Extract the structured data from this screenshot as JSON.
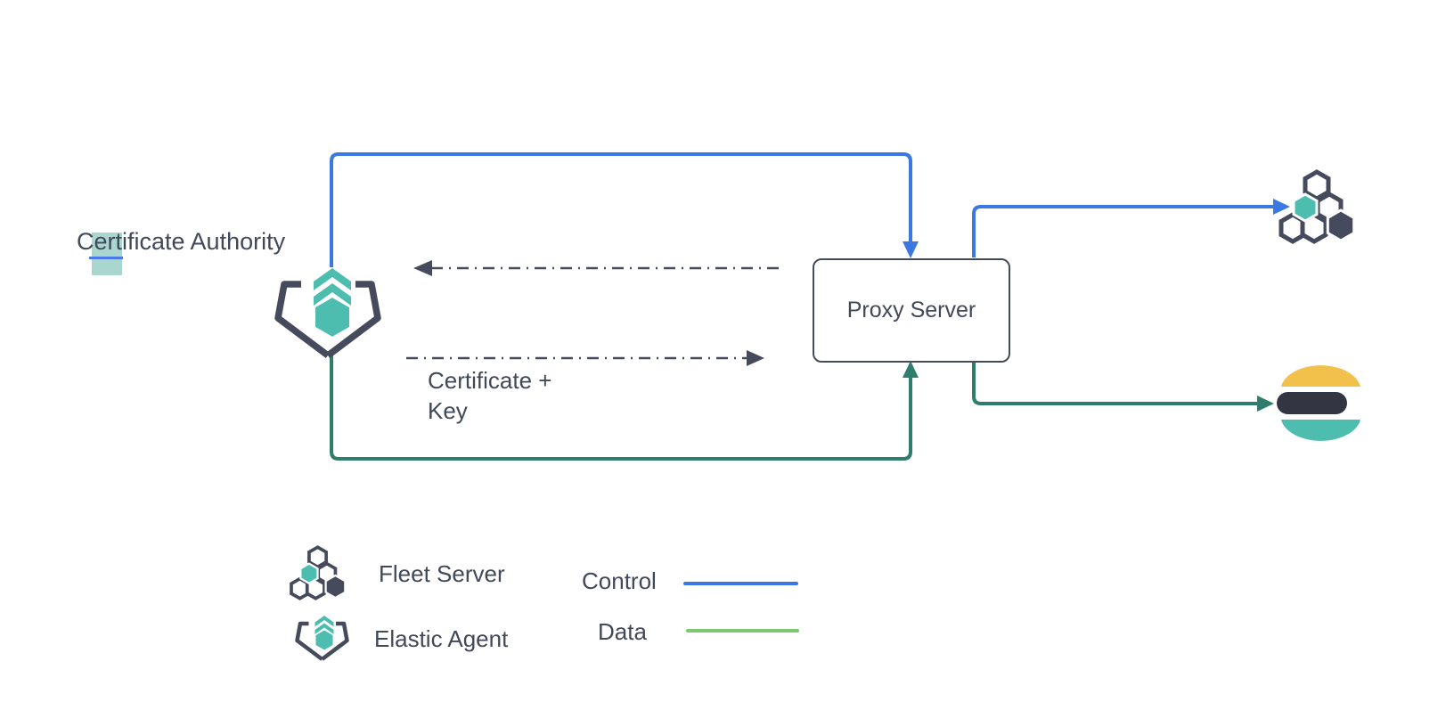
{
  "title": "Fleet Server / Proxy Server architecture diagram",
  "colors": {
    "control_blue": "#3c78e2",
    "data_green_dark": "#2e7d6d",
    "data_green_light": "#7cc96f",
    "teal": "#4dbdb0",
    "slate": "#454b5c",
    "text_dark": "#41485a",
    "es_yellow": "#f2c14b",
    "es_dark": "#333642",
    "selection_teal": "#a9d6ce",
    "selection_blue": "#4b79e8"
  },
  "nodes": {
    "certificate_authority": {
      "label": "Certificate Authority"
    },
    "proxy_server": {
      "label": "Proxy Server"
    },
    "fleet_server": {
      "icon": "fleet-server-icon"
    },
    "elastic_agent": {
      "icon": "elastic-agent-icon"
    },
    "elasticsearch": {
      "icon": "elasticsearch-icon"
    }
  },
  "annotations": {
    "certificate_key": {
      "line1": "Certificate +",
      "line2": "Key"
    }
  },
  "edges": [
    {
      "name": "control-agent-to-proxy",
      "type": "control",
      "style": "solid-blue-arrow"
    },
    {
      "name": "control-proxy-to-fleet-server",
      "type": "control",
      "style": "solid-blue-arrow"
    },
    {
      "name": "data-agent-to-proxy",
      "type": "data",
      "style": "solid-green-arrow"
    },
    {
      "name": "data-proxy-to-elasticsearch",
      "type": "data",
      "style": "solid-green-arrow"
    },
    {
      "name": "certificate-exchange-left",
      "type": "certificate",
      "style": "dash-dot-gray-arrow-left"
    },
    {
      "name": "certificate-exchange-right",
      "type": "certificate",
      "style": "dash-dot-gray-arrow-right"
    }
  ],
  "legend": {
    "items": [
      {
        "icon": "fleet-server-icon",
        "label": "Fleet Server"
      },
      {
        "icon": "elastic-agent-icon",
        "label": "Elastic Agent"
      }
    ],
    "lines": [
      {
        "label": "Control",
        "color": "#3c78e2"
      },
      {
        "label": "Data",
        "color": "#7cc96f"
      }
    ]
  }
}
